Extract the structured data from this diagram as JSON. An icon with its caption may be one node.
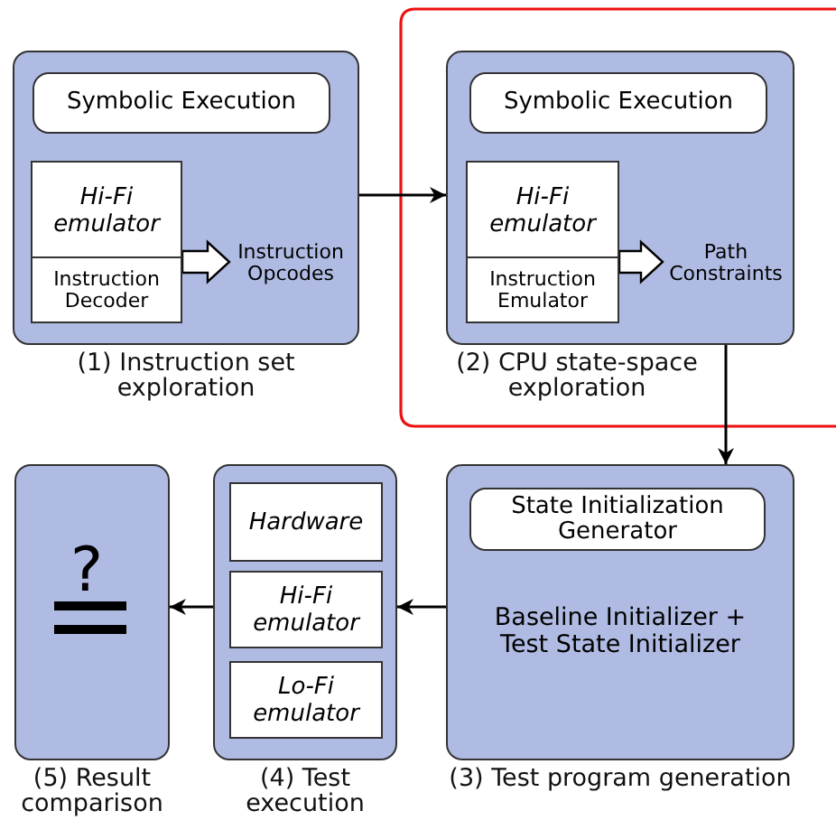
{
  "diagram": {
    "nodes": [
      {
        "text": [
          "(1) Instruction set exploration"
        ]
      },
      {
        "text": [
          "Symbolic Execution"
        ],
        "in": 0
      },
      {
        "text": [
          "Hi-Fi emulator",
          "Instruction Decoder"
        ],
        "in": 0
      },
      {
        "text": [
          "Instruction Opcodes"
        ],
        "in": 0
      },
      {
        "text": [
          "(2) CPU state-space exploration"
        ]
      },
      {
        "text": [
          "Symbolic Execution"
        ],
        "in": 4
      },
      {
        "text": [
          "Hi-Fi emulator",
          "Instruction Emulator"
        ],
        "in": 4
      },
      {
        "text": [
          "Path Constraints"
        ],
        "in": 4
      },
      {
        "text": [
          "Baseline Initializer + Test State Initializer",
          "(3) Test program generation"
        ]
      },
      {
        "text": [
          "State Initialization Generator"
        ],
        "in": 8
      },
      {
        "text": [
          "(4) Test execution"
        ]
      },
      {
        "text": [
          "Hardware"
        ],
        "in": 10
      },
      {
        "text": [
          "Hi-Fi emulator"
        ],
        "in": 10
      },
      {
        "text": [
          "Lo-Fi emulator"
        ],
        "in": 10
      },
      {
        "text": [
          "?",
          "(5) Result comparison"
        ]
      }
    ],
    "edges": [
      {
        "from": 2,
        "to": 3,
        "arrow": "to",
        "style": "thick"
      },
      {
        "from": 6,
        "to": 7,
        "arrow": "to",
        "style": "thick"
      },
      {
        "from": 0,
        "to": 4,
        "arrow": "to"
      },
      {
        "from": 4,
        "to": 8,
        "arrow": "to"
      },
      {
        "from": 8,
        "to": 10,
        "arrow": "to"
      },
      {
        "from": 10,
        "to": 14,
        "arrow": "to"
      }
    ]
  }
}
